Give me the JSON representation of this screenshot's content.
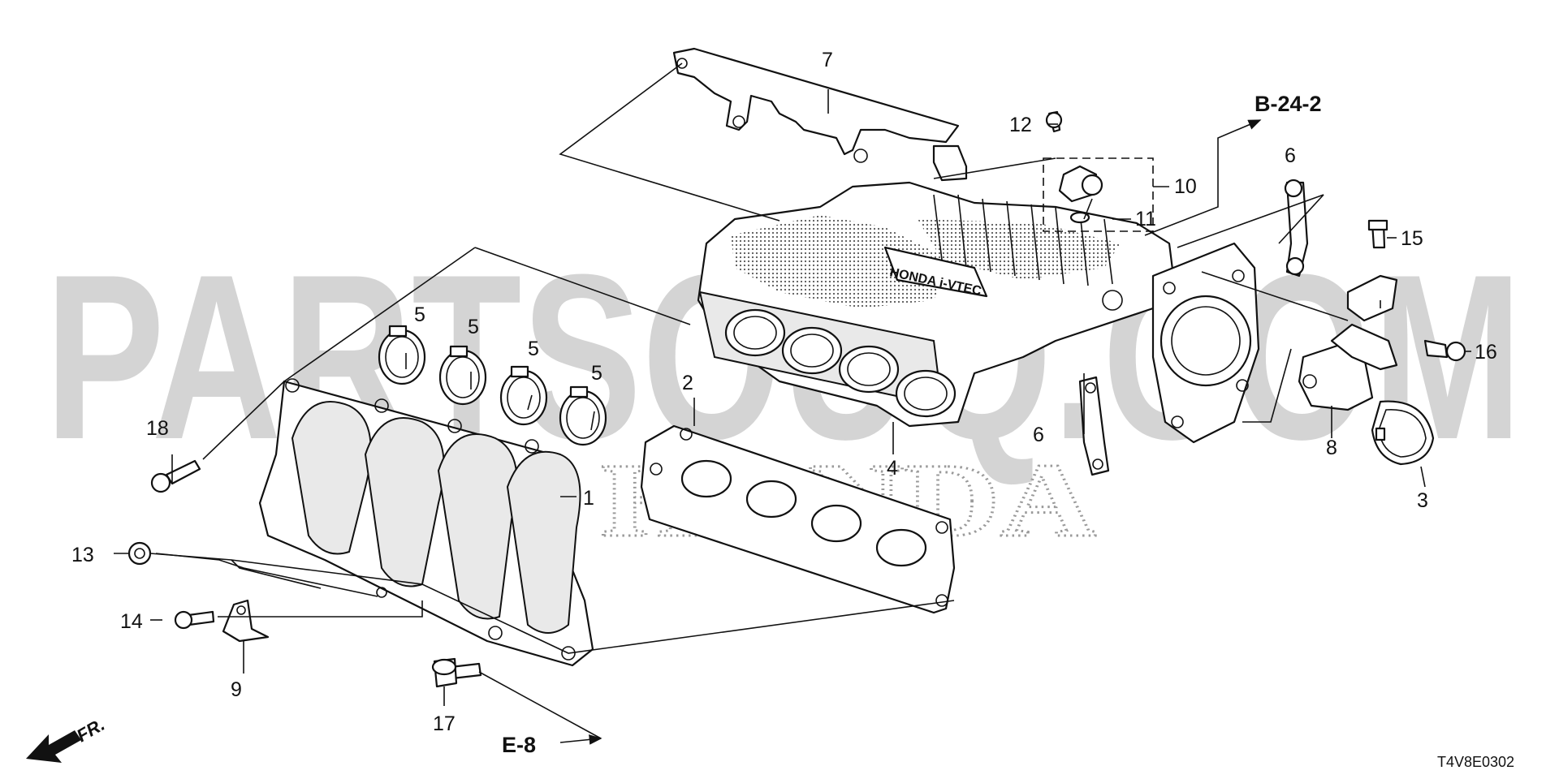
{
  "watermark": {
    "main": "PARTSOUQ.COM",
    "brand": "HONDA"
  },
  "manifold_cast_text": "HONDA i-VTEC",
  "references": {
    "b_24_2": "B-24-2",
    "e_8": "E-8",
    "front": "FR."
  },
  "diagram_code": "T4V8E0302",
  "callouts": [
    {
      "id": "c1",
      "label": "1"
    },
    {
      "id": "c2",
      "label": "2"
    },
    {
      "id": "c3",
      "label": "3"
    },
    {
      "id": "c4",
      "label": "4"
    },
    {
      "id": "c5a",
      "label": "5"
    },
    {
      "id": "c5b",
      "label": "5"
    },
    {
      "id": "c5c",
      "label": "5"
    },
    {
      "id": "c5d",
      "label": "5"
    },
    {
      "id": "c6a",
      "label": "6"
    },
    {
      "id": "c6b",
      "label": "6"
    },
    {
      "id": "c7",
      "label": "7"
    },
    {
      "id": "c8",
      "label": "8"
    },
    {
      "id": "c9",
      "label": "9"
    },
    {
      "id": "c10",
      "label": "10"
    },
    {
      "id": "c11",
      "label": "11"
    },
    {
      "id": "c12",
      "label": "12"
    },
    {
      "id": "c13",
      "label": "13"
    },
    {
      "id": "c14",
      "label": "14"
    },
    {
      "id": "c15",
      "label": "15"
    },
    {
      "id": "c16",
      "label": "16"
    },
    {
      "id": "c17",
      "label": "17"
    },
    {
      "id": "c18",
      "label": "18"
    }
  ]
}
